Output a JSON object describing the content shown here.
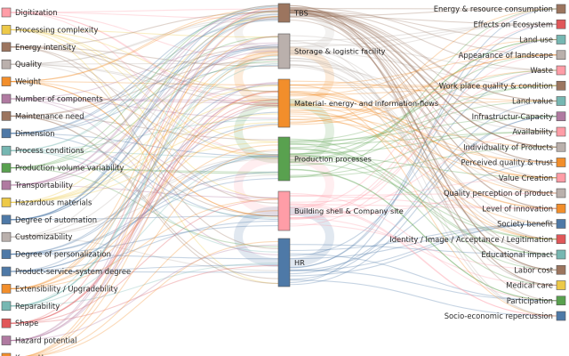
{
  "palette": [
    "#4e79a7",
    "#f28e2b",
    "#e15759",
    "#76b7b2",
    "#59a14f",
    "#edc948",
    "#b07aa1",
    "#ff9da7",
    "#9c755f",
    "#bab0ac"
  ],
  "left_nodes": [
    {
      "label": "Digitization",
      "color": "#ff9da7"
    },
    {
      "label": "Processing complexity",
      "color": "#edc948"
    },
    {
      "label": "Energy intensity",
      "color": "#9c755f"
    },
    {
      "label": "Quality",
      "color": "#bab0ac"
    },
    {
      "label": "Weight",
      "color": "#f28e2b"
    },
    {
      "label": "Number of components",
      "color": "#b07aa1"
    },
    {
      "label": "Maintenance need",
      "color": "#9c755f"
    },
    {
      "label": "Dimension",
      "color": "#4e79a7"
    },
    {
      "label": "Process conditions",
      "color": "#76b7b2"
    },
    {
      "label": "Production volume variability",
      "color": "#59a14f"
    },
    {
      "label": "Transportability",
      "color": "#b07aa1"
    },
    {
      "label": "Hazardous materials",
      "color": "#edc948"
    },
    {
      "label": "Degree of automation",
      "color": "#4e79a7"
    },
    {
      "label": "Customizability",
      "color": "#bab0ac"
    },
    {
      "label": "Degree of personalization",
      "color": "#4e79a7"
    },
    {
      "label": "Product-service-system degree",
      "color": "#4e79a7"
    },
    {
      "label": "Extensibility / Upgradebility",
      "color": "#f28e2b"
    },
    {
      "label": "Reparability",
      "color": "#76b7b2"
    },
    {
      "label": "Shape",
      "color": "#e15759"
    },
    {
      "label": "Hazard potential",
      "color": "#b07aa1"
    },
    {
      "label": "Know-How",
      "color": "#f28e2b"
    }
  ],
  "middle_nodes": [
    {
      "label": "TBS",
      "color": "#9c755f"
    },
    {
      "label": "Storage & logistic facility",
      "color": "#bab0ac"
    },
    {
      "label": "Material- energy- and information-flows",
      "color": "#f28e2b"
    },
    {
      "label": "Production processes",
      "color": "#59a14f"
    },
    {
      "label": "Building shell & Company site",
      "color": "#ff9da7"
    },
    {
      "label": "HR",
      "color": "#4e79a7"
    }
  ],
  "right_nodes": [
    {
      "label": "Energy & resource consumption",
      "color": "#9c755f"
    },
    {
      "label": "Effects on Ecosystem",
      "color": "#e15759"
    },
    {
      "label": "Land use",
      "color": "#76b7b2"
    },
    {
      "label": "Appearance of landscape",
      "color": "#bab0ac"
    },
    {
      "label": "Waste",
      "color": "#ff9da7"
    },
    {
      "label": "Work place quality & condition",
      "color": "#9c755f"
    },
    {
      "label": "Land value",
      "color": "#76b7b2"
    },
    {
      "label": "Infrastructur-Capacity",
      "color": "#b07aa1"
    },
    {
      "label": "Availability",
      "color": "#ff9da7"
    },
    {
      "label": "Individuality of Products",
      "color": "#bab0ac"
    },
    {
      "label": "Perceived quality & trust",
      "color": "#f28e2b"
    },
    {
      "label": "Value Creation",
      "color": "#ff9da7"
    },
    {
      "label": "Quality perception of product",
      "color": "#bab0ac"
    },
    {
      "label": "Level of innovation",
      "color": "#f28e2b"
    },
    {
      "label": "Society benefit",
      "color": "#4e79a7"
    },
    {
      "label": "Identity / Image / Acceptance / Legitimation",
      "color": "#e15759"
    },
    {
      "label": "Educational impact",
      "color": "#76b7b2"
    },
    {
      "label": "Labor cost",
      "color": "#9c755f"
    },
    {
      "label": "Medical care",
      "color": "#edc948"
    },
    {
      "label": "Participation",
      "color": "#59a14f"
    },
    {
      "label": "Socio-economic repercussion",
      "color": "#4e79a7"
    }
  ]
}
